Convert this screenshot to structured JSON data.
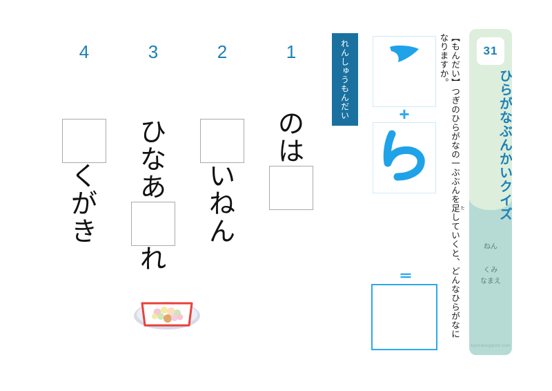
{
  "sidebar": {
    "badge_number": "31",
    "title": "ひらがなぶんかいクイズ",
    "name_nen": "ねん",
    "name_kumi": "くみ",
    "name_namae": "なまえ",
    "watermark": "kyozaisupport.com",
    "bg_top_color": "#ddeedd",
    "bg_bottom_color": "#b6dbd4",
    "accent_color": "#1b7fb5"
  },
  "problem": {
    "prefix": "【もんだい】つぎのひらがなの一ぶぶんを",
    "kanji": "足",
    "furigana": "た",
    "suffix": "していくと、どんなひらがなになりますか。"
  },
  "equation": {
    "box1_glyph": "⌐",
    "box1_label": "chi-top-stroke",
    "plus": "+",
    "box2_glyph": "ら",
    "box2_label": "chi-bottom-stroke",
    "equals": "ǁ",
    "answer_value": "",
    "border_color": "#cdeaf9",
    "answer_border_color": "#2aa8ee",
    "glyph_color": "#1fa2e8"
  },
  "practice": {
    "tab_label": "れんしゅうもんだい",
    "tab_color": "#1a71a0",
    "columns": [
      {
        "number": "1",
        "items": [
          {
            "type": "kana",
            "text": "の"
          },
          {
            "type": "kana",
            "text": "は"
          },
          {
            "type": "box",
            "text": ""
          }
        ]
      },
      {
        "number": "2",
        "items": [
          {
            "type": "box",
            "text": ""
          },
          {
            "type": "kana",
            "text": "い"
          },
          {
            "type": "kana",
            "text": "ね"
          },
          {
            "type": "kana",
            "text": "ん"
          }
        ]
      },
      {
        "number": "3",
        "items": [
          {
            "type": "kana",
            "text": "ひ"
          },
          {
            "type": "kana",
            "text": "な"
          },
          {
            "type": "kana",
            "text": "あ"
          },
          {
            "type": "box",
            "text": ""
          },
          {
            "type": "kana",
            "text": "れ"
          }
        ]
      },
      {
        "number": "4",
        "items": [
          {
            "type": "box",
            "text": ""
          },
          {
            "type": "kana",
            "text": "く"
          },
          {
            "type": "kana",
            "text": "が"
          },
          {
            "type": "kana",
            "text": "き"
          }
        ]
      }
    ]
  },
  "illustration": {
    "name": "candy-plate",
    "plate_color": "#d8dae8",
    "paper_border_color": "#e8413a",
    "candy_colors": [
      "#f7c6d2",
      "#f6e9a0",
      "#cfe6b6",
      "#e0a86a",
      "#f2cde6",
      "#fadfc4"
    ]
  }
}
